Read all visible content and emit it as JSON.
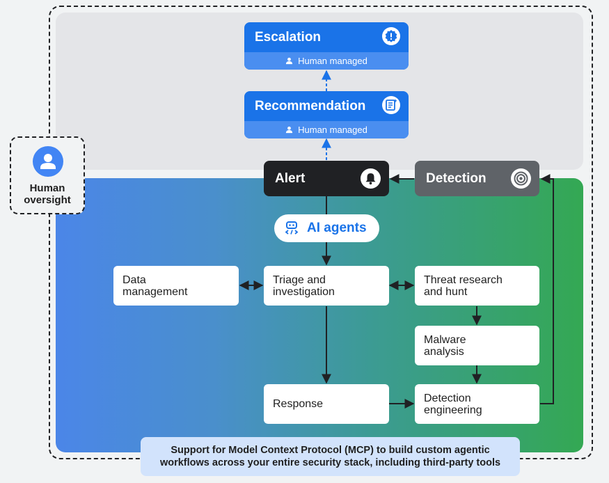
{
  "human_oversight": {
    "label": "Human oversight",
    "icon": "person-icon"
  },
  "escalation": {
    "title": "Escalation",
    "subtitle": "Human managed",
    "icon": "alert-badge-icon"
  },
  "recommendation": {
    "title": "Recommendation",
    "subtitle": "Human managed",
    "icon": "document-sparkle-icon"
  },
  "alert": {
    "title": "Alert",
    "icon": "bell-icon"
  },
  "detection": {
    "title": "Detection",
    "icon": "target-icon"
  },
  "ai_agents": {
    "label": "AI agents",
    "icon": "robot-code-icon"
  },
  "nodes": {
    "data_management": "Data management",
    "triage": "Triage and investigation",
    "threat_research": "Threat research and hunt",
    "malware_analysis": "Malware analysis",
    "response": "Response",
    "detection_engineering": "Detection engineering"
  },
  "mcp_note": "Support for Model Context Protocol (MCP) to build custom agentic workflows across your entire security stack, including third-party tools",
  "colors": {
    "accent_blue": "#1a73e8",
    "alert_dark": "#202124",
    "detection_gray": "#5f6368",
    "gradient_start": "#4b86e8",
    "gradient_end": "#34a853",
    "mcp_bg": "#d2e3fc"
  }
}
